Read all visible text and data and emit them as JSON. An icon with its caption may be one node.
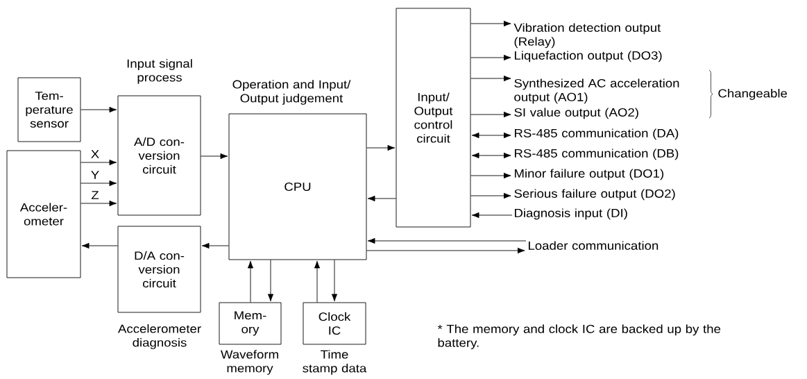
{
  "diagram": {
    "nodes": [
      {
        "text": [
          "Tem- perature sensor"
        ]
      },
      {
        "text": [
          "Acceler- ometer"
        ]
      },
      {
        "text": [
          "Input signal process",
          "A/D con- version circuit"
        ]
      },
      {
        "text": [
          "D/A con- version circuit",
          "Accelerometer diagnosis"
        ]
      },
      {
        "text": [
          "Operation and Input/ Output judgement",
          "CPU"
        ]
      },
      {
        "text": [
          "Input/ Output control circuit"
        ]
      },
      {
        "text": [
          "Mem- ory",
          "Waveform memory"
        ]
      },
      {
        "text": [
          "Clock IC",
          "Time stamp data"
        ]
      },
      {
        "text": [
          "Vibration detection output (Relay)"
        ]
      },
      {
        "text": [
          "Liquefaction output (DO3)"
        ]
      },
      {
        "text": [
          "Synthesized AC acceleration output (AO1)"
        ]
      },
      {
        "text": [
          "SI value output (AO2)"
        ]
      },
      {
        "text": [
          "RS-485 communication (DA)"
        ]
      },
      {
        "text": [
          "RS-485 communication (DB)"
        ]
      },
      {
        "text": [
          "Minor failure output (DO1)"
        ]
      },
      {
        "text": [
          "Serious failure output (DO2)"
        ]
      },
      {
        "text": [
          "Diagnosis input (DI)"
        ]
      },
      {
        "text": [
          "Loader communication"
        ]
      }
    ],
    "edges": [
      {
        "from": 0,
        "to": 2,
        "arrow": "to"
      },
      {
        "from": 1,
        "to": 2,
        "arrow": "to",
        "label": "X"
      },
      {
        "from": 1,
        "to": 2,
        "arrow": "to",
        "label": "Y"
      },
      {
        "from": 1,
        "to": 2,
        "arrow": "to",
        "label": "Z"
      },
      {
        "from": 2,
        "to": 4,
        "arrow": "to"
      },
      {
        "from": 4,
        "to": 3,
        "arrow": "to"
      },
      {
        "from": 3,
        "to": 1,
        "arrow": "to"
      },
      {
        "from": 4,
        "to": 5,
        "arrow": "to"
      },
      {
        "from": 5,
        "to": 4,
        "arrow": "to"
      },
      {
        "from": 6,
        "to": 4,
        "arrow": "to"
      },
      {
        "from": 4,
        "to": 6,
        "arrow": "to"
      },
      {
        "from": 7,
        "to": 4,
        "arrow": "to"
      },
      {
        "from": 4,
        "to": 7,
        "arrow": "to"
      },
      {
        "from": 5,
        "to": 8,
        "arrow": "to"
      },
      {
        "from": 5,
        "to": 9,
        "arrow": "to"
      },
      {
        "from": 5,
        "to": 10,
        "arrow": "to"
      },
      {
        "from": 5,
        "to": 11,
        "arrow": "to"
      },
      {
        "from": 5,
        "to": 12,
        "arrow": "both"
      },
      {
        "from": 5,
        "to": 13,
        "arrow": "both"
      },
      {
        "from": 5,
        "to": 14,
        "arrow": "to"
      },
      {
        "from": 5,
        "to": 15,
        "arrow": "to"
      },
      {
        "from": 16,
        "to": 5,
        "arrow": "to"
      },
      {
        "from": 17,
        "to": 4,
        "arrow": "to"
      },
      {
        "from": 4,
        "to": 17,
        "arrow": "to"
      }
    ],
    "labels": [
      "Changeable",
      "* The memory and clock IC are backed up by the battery."
    ]
  }
}
